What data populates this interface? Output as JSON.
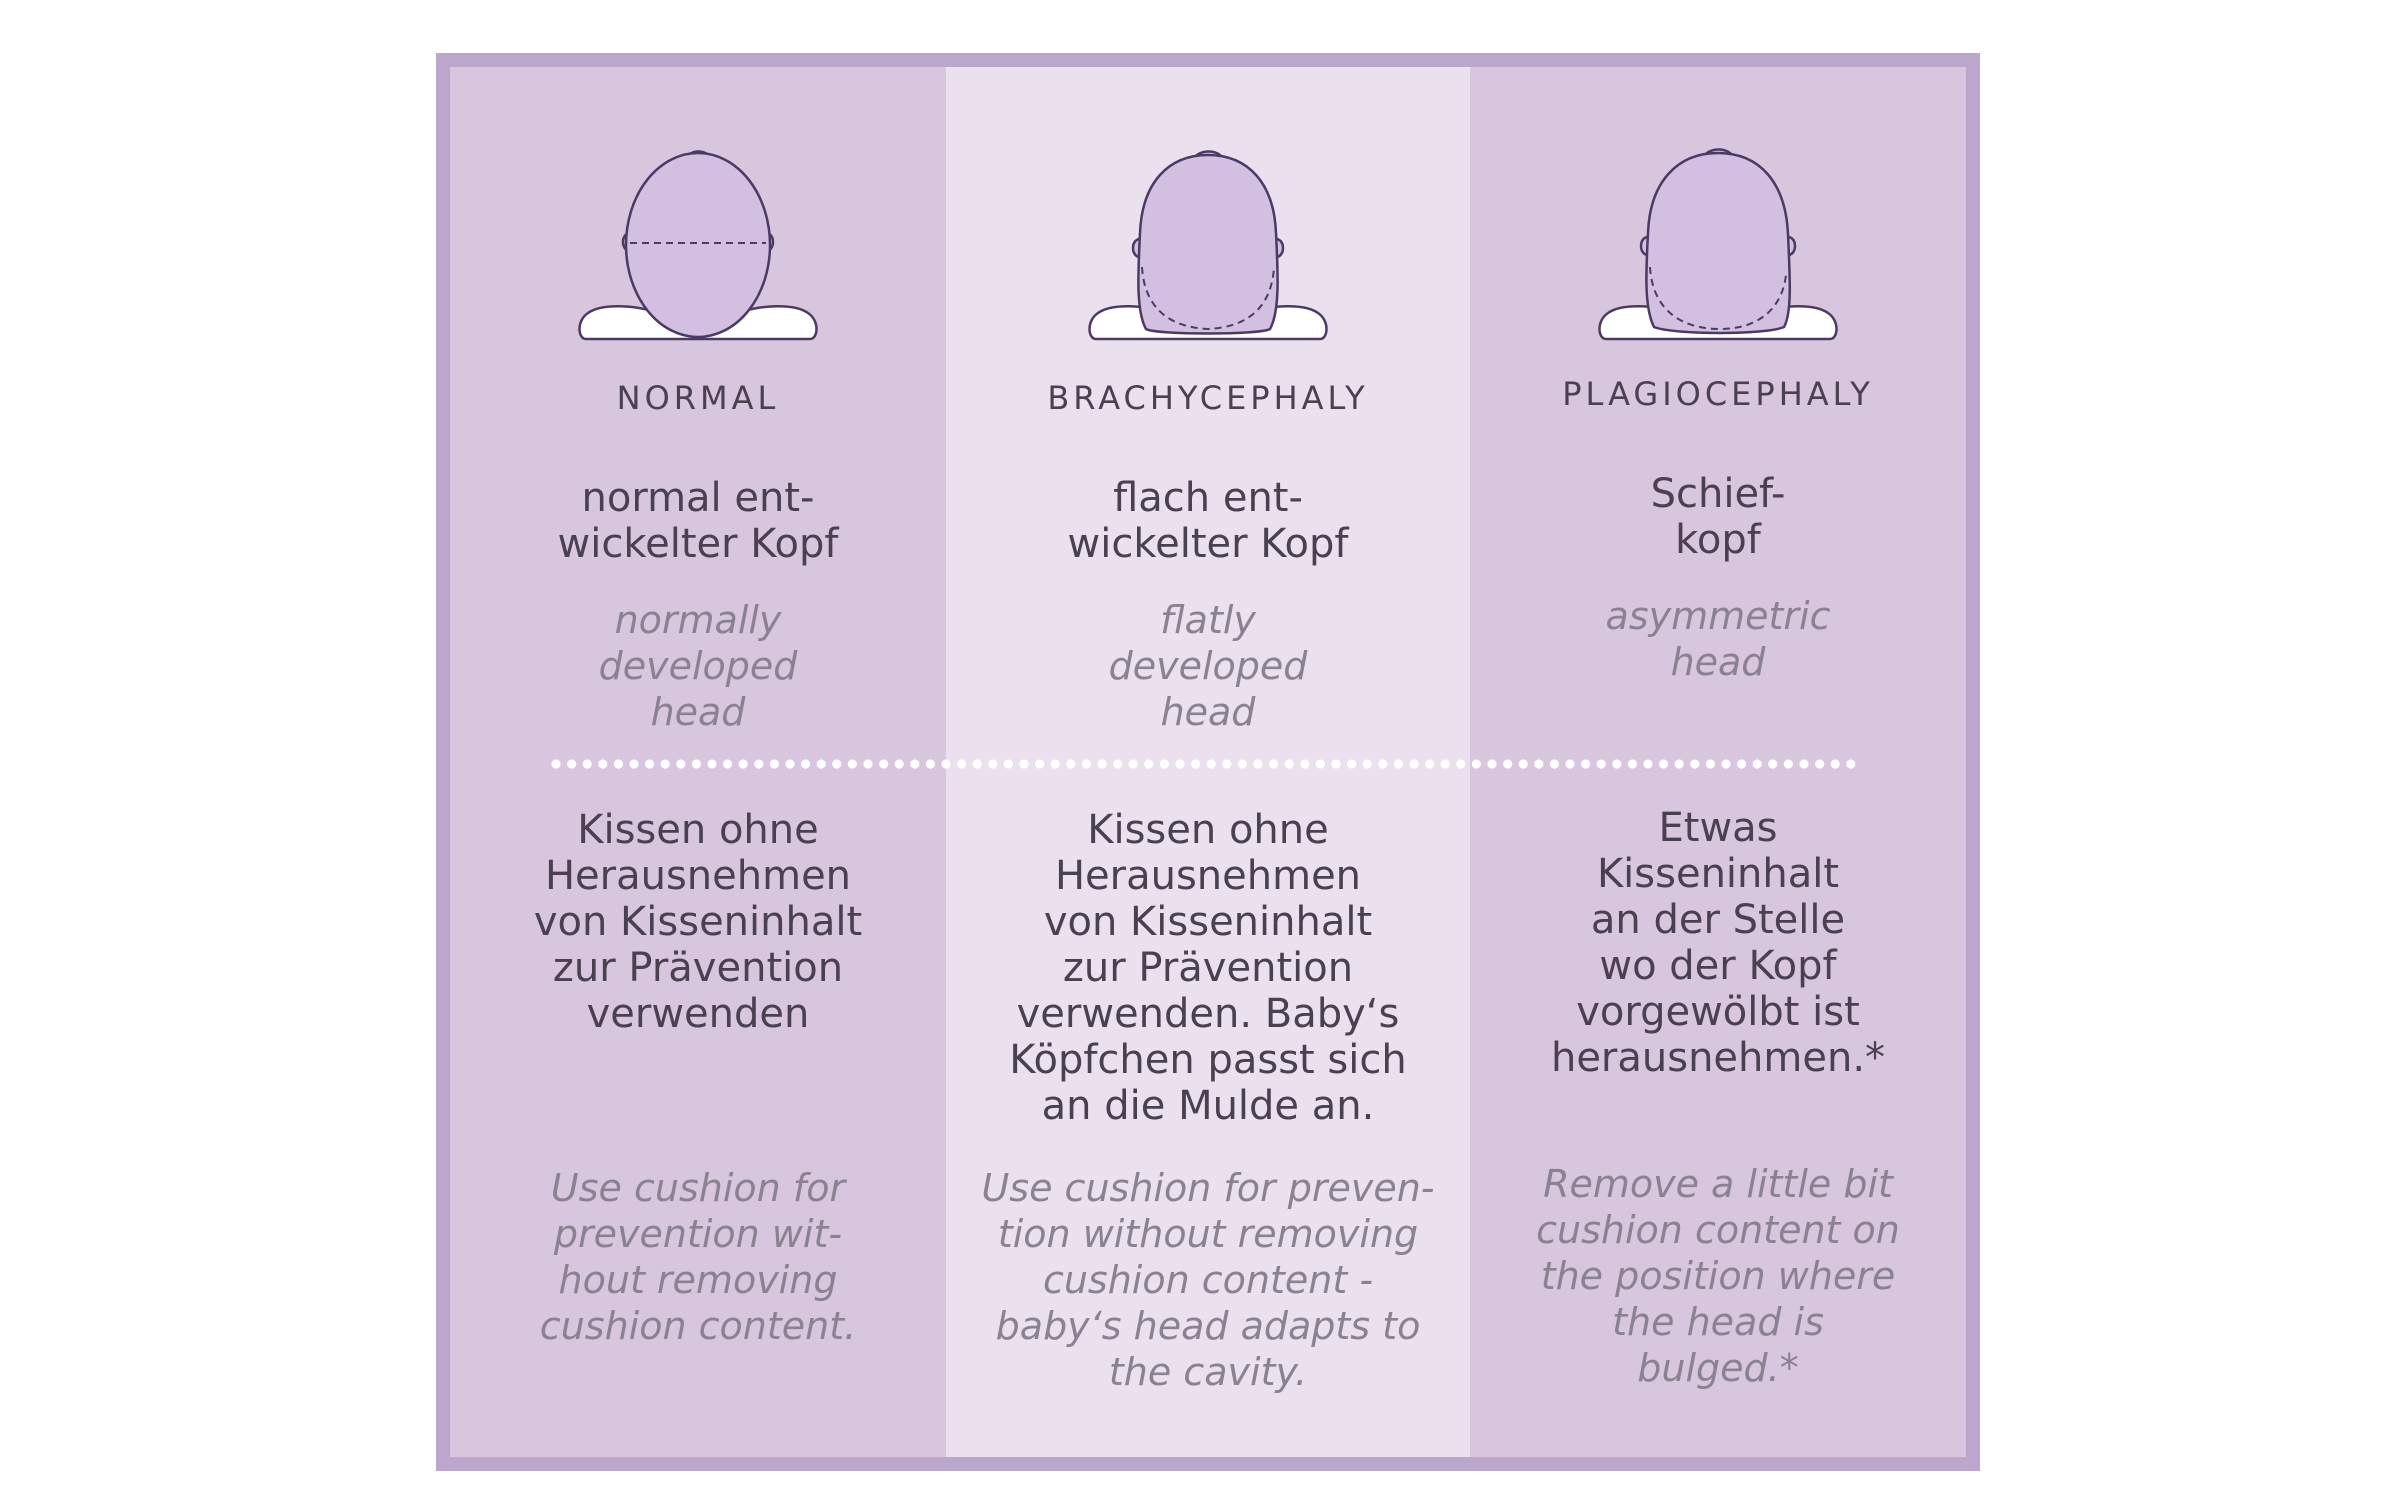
{
  "colors": {
    "frame": "#bba6cc",
    "column_dark": "#d8c6df",
    "column_light": "#ebe0ee",
    "text_dark": "#4a4150",
    "text_italic": "#8a8290",
    "head_stroke": "#4b3a63",
    "head_fill": "#d3c0e0",
    "pillow_fill": "#ffffff"
  },
  "columns": [
    {
      "icon": "head-normal-icon",
      "label": "NORMAL",
      "german_title": "normal ent-\nwickelter Kopf",
      "english_title": "normally\ndeveloped\nhead",
      "german_instruction": "Kissen ohne\nHerausnehmen\nvon Kisseninhalt\nzur Prävention\nverwenden",
      "english_instruction": "Use cushion for\nprevention wit-\nhout removing\ncushion content."
    },
    {
      "icon": "head-brachycephaly-icon",
      "label": "BRACHYCEPHALY",
      "german_title": "flach ent-\nwickelter Kopf",
      "english_title": "flatly\ndeveloped\nhead",
      "german_instruction": "Kissen ohne\nHerausnehmen\nvon Kisseninhalt\nzur Prävention\nverwenden. Baby‘s\nKöpfchen passt sich\nan die Mulde an.",
      "english_instruction": "Use cushion for preven-\ntion without removing\ncushion content -\nbaby‘s head adapts to\nthe cavity."
    },
    {
      "icon": "head-plagiocephaly-icon",
      "label": "PLAGIOCEPHALY",
      "german_title": "Schief-\nkopf",
      "english_title": "asymmetric\nhead",
      "german_instruction": "Etwas\nKisseninhalt\nan der Stelle\nwo der Kopf\nvorgewölbt ist\nherausnehmen.*",
      "english_instruction": "Remove a little bit\ncushion content on\nthe position where\nthe head is\nbulged.*"
    }
  ]
}
